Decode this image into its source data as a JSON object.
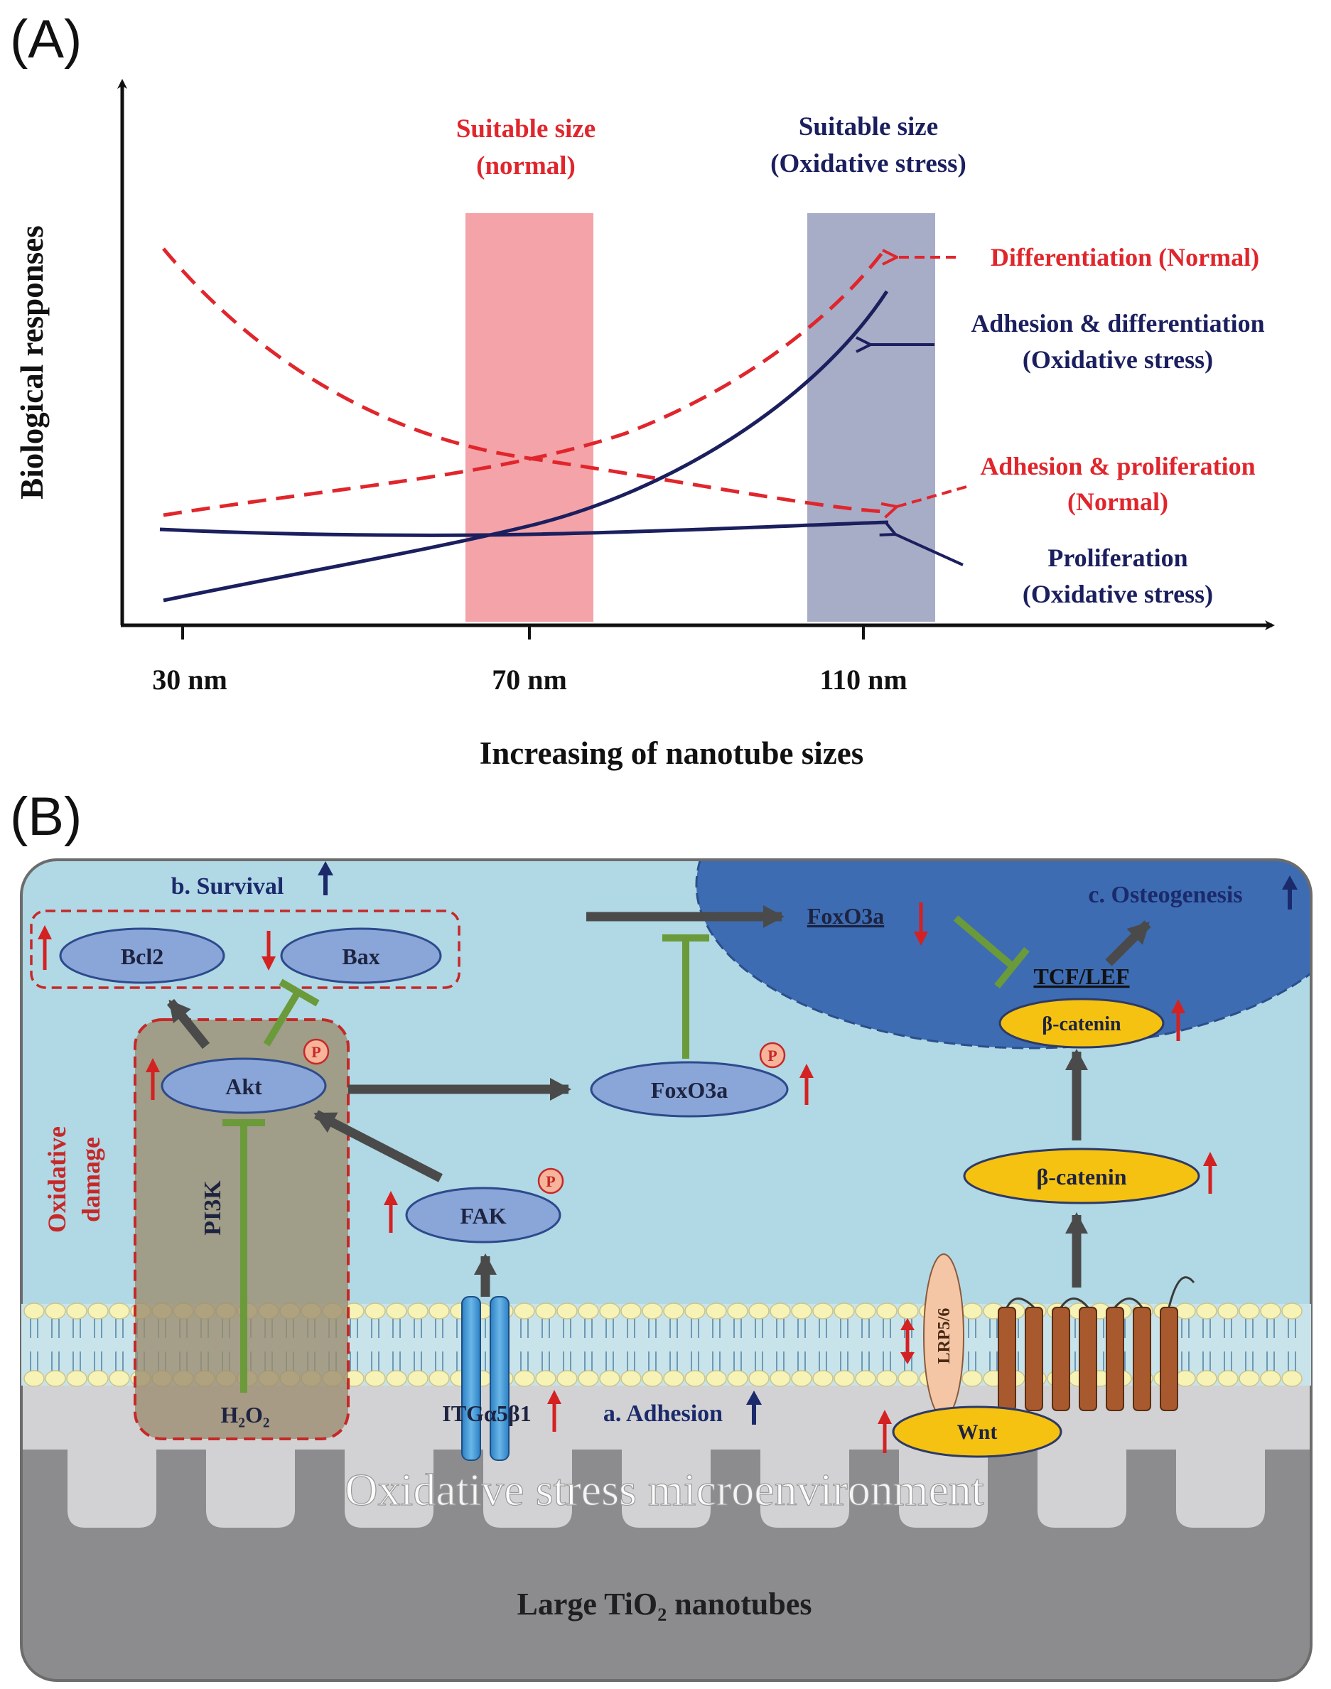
{
  "panel_a": {
    "label": "(A)",
    "ylabel": "Biological responses",
    "xlabel": "Increasing of nanotube sizes",
    "ticks": [
      "30 nm",
      "70 nm",
      "110 nm"
    ],
    "band_normal": {
      "line1": "Suitable size",
      "line2": "(normal)",
      "color": "#f4a3a8"
    },
    "band_oxidative": {
      "line1": "Suitable size",
      "line2": "(Oxidative stress)",
      "color": "#a7adc6"
    },
    "curve_labels": {
      "diff_normal": "Differentiation (Normal)",
      "adh_diff_ox_1": "Adhesion & differentiation",
      "adh_diff_ox_2": "(Oxidative stress)",
      "adh_prolif_normal_1": "Adhesion & proliferation",
      "adh_prolif_normal_2": "(Normal)",
      "prolif_ox_1": "Proliferation",
      "prolif_ox_2": "(Oxidative stress)"
    },
    "colors": {
      "normal": "#e0262c",
      "oxidative": "#1b1f5e"
    }
  },
  "panel_b": {
    "label": "(B)",
    "survival": "b. Survival",
    "osteogenesis": "c. Osteogenesis",
    "adhesion": "a. Adhesion",
    "oxidative_damage_1": "Oxidative",
    "oxidative_damage_2": "damage",
    "nodes": {
      "bcl2": "Bcl2",
      "bax": "Bax",
      "akt": "Akt",
      "foxo3a": "FoxO3a",
      "foxo3a_nuclear": "FoxO3a",
      "fak": "FAK",
      "pi3k": "PI3K",
      "h2o2": "H₂O₂",
      "itg": "ITGα5β1",
      "tcf": "TCF/LEF",
      "bcat_nuc": "β-catenin",
      "bcat_cyto": "β-catenin",
      "lrp": "LRP5/6",
      "wnt": "Wnt",
      "p": "P"
    },
    "microenvironment": "Oxidative stress microenvironment",
    "substrate": "Large TiO₂ nanotubes",
    "colors": {
      "cytoplasm": "#b1d8e5",
      "nucleus": "#3d6cb3",
      "node": "#8aa6d8",
      "gold": "#f5c211",
      "inhibit": "#6a9a3a",
      "arrow": "#4a4a4a",
      "up_red": "#d42121",
      "up_blue": "#1b2a6b",
      "damage": "#c62828"
    }
  }
}
